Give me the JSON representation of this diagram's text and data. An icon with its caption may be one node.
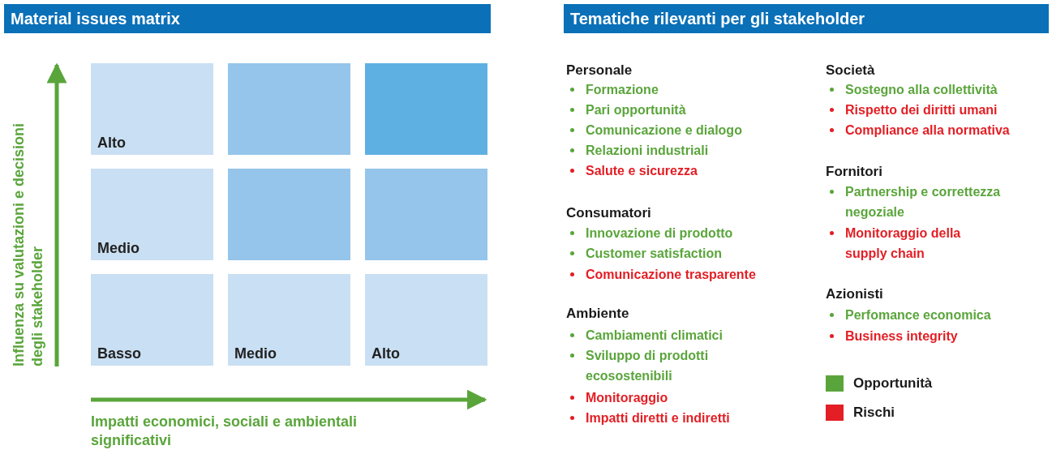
{
  "diagram": {
    "nodes": [
      {
        "text": [
          "Alto"
        ]
      },
      {
        "text": [],
        "shape": "box"
      },
      {
        "text": [],
        "shape": "box"
      },
      {
        "text": [
          "Medio"
        ]
      },
      {
        "text": [],
        "shape": "box"
      },
      {
        "text": [],
        "shape": "box"
      },
      {
        "text": [
          "Basso"
        ]
      },
      {
        "text": [
          "Medio"
        ]
      },
      {
        "text": [
          "Alto"
        ]
      }
    ],
    "labels": [
      "Material issues matrix",
      "Influenza su valutazioni e decisioni degli stakeholder",
      "Impatti economici, sociali e ambientali significativi",
      "Tematiche rilevanti per gli stakeholder",
      "Personale",
      "Formazione",
      "Pari opportunità",
      "Comunicazione e dialogo",
      "Relazioni industriali",
      "Salute e sicurezza",
      "Consumatori",
      "Innovazione di prodotto",
      "Customer satisfaction",
      "Comunicazione trasparente",
      "Ambiente",
      "Cambiamenti climatici",
      "Sviluppo di prodotti ecosostenibili",
      "Monitoraggio",
      "Impatti diretti e indiretti",
      "Società",
      "Sostegno alla collettività",
      "Rispetto dei diritti umani",
      "Compliance alla normativa",
      "Fornitori",
      "Partnership e correttezza negoziale",
      "Monitoraggio della supply chain",
      "Azionisti",
      "Perfomance economica",
      "Business integrity"
    ],
    "legend": [
      {
        "text": "Opportunità",
        "color": "#5aa53b"
      },
      {
        "text": "Rischi",
        "color": "#e31e24"
      }
    ]
  }
}
